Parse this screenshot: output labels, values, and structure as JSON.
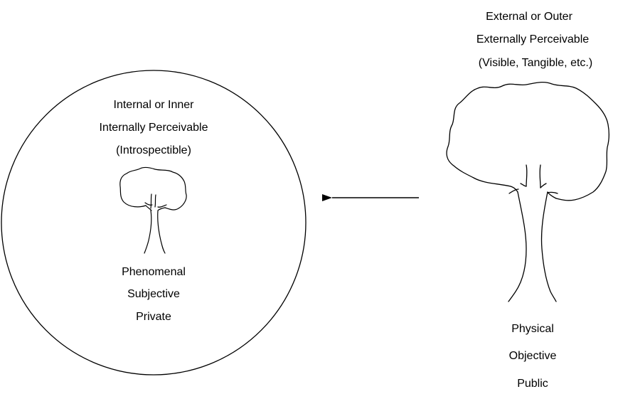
{
  "inner": {
    "heading": [
      "Internal or Inner",
      "Internally Perceivable",
      "(Introspectible)"
    ],
    "qualities": [
      "Phenomenal",
      "Subjective",
      "Private"
    ]
  },
  "outer": {
    "heading": [
      "External or Outer",
      "Externally Perceivable",
      "(Visible, Tangible, etc.)"
    ],
    "qualities": [
      "Physical",
      "Objective",
      "Public"
    ]
  },
  "colors": {
    "stroke": "#000000",
    "background": "#ffffff"
  }
}
